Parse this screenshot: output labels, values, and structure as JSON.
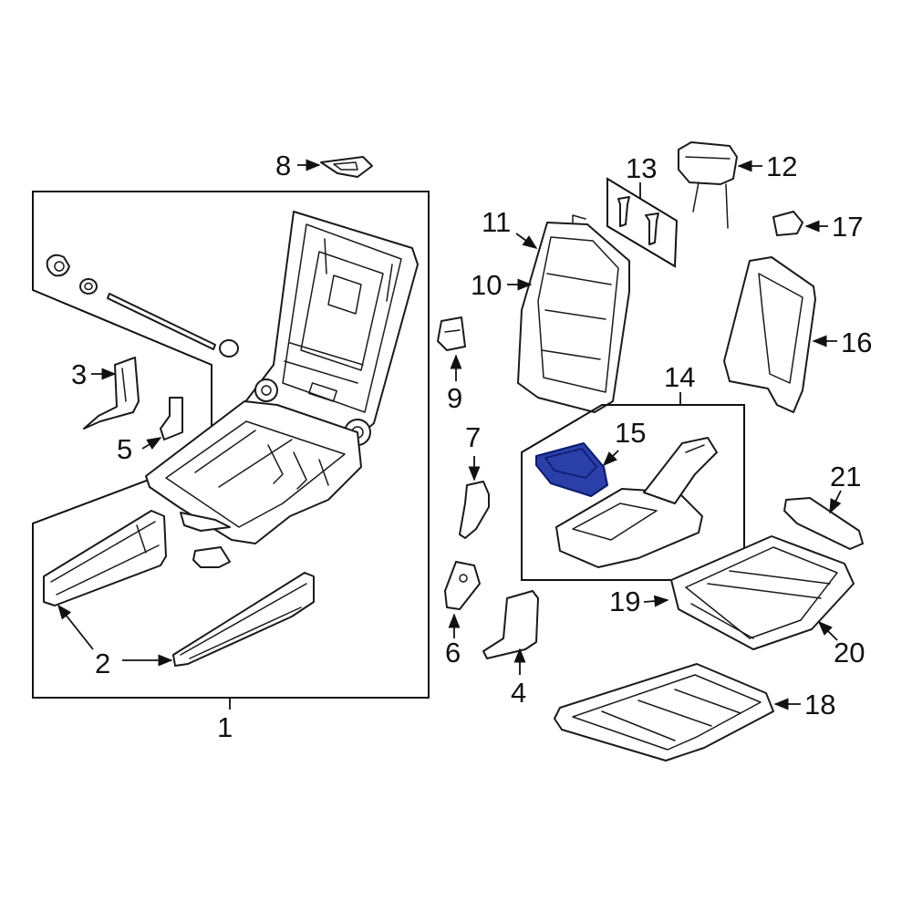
{
  "colors": {
    "line": "#1a1a1a",
    "highlight_fill": "#2a3fa8",
    "highlight_stroke": "#0a1a6e",
    "background": "#ffffff"
  },
  "highlighted_part": "15",
  "callouts": {
    "c1": "1",
    "c2": "2",
    "c3": "3",
    "c4": "4",
    "c5": "5",
    "c6": "6",
    "c7": "7",
    "c8": "8",
    "c9": "9",
    "c10": "10",
    "c11": "11",
    "c12": "12",
    "c13": "13",
    "c14": "14",
    "c15": "15",
    "c16": "16",
    "c17": "17",
    "c18": "18",
    "c19": "19",
    "c20": "20",
    "c21": "21"
  }
}
